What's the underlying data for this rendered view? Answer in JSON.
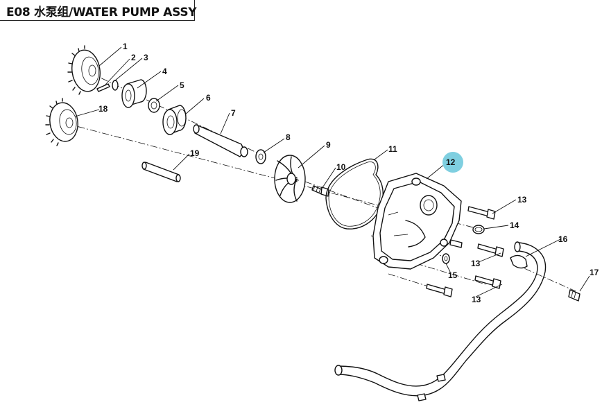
{
  "header": {
    "title": "E08 水泵组/WATER PUMP ASSY"
  },
  "diagram": {
    "highlight_color": "#7fcfe0",
    "highlighted_callout": "12",
    "callouts": [
      "1",
      "2",
      "3",
      "4",
      "5",
      "6",
      "7",
      "8",
      "9",
      "10",
      "11",
      "12",
      "13",
      "14",
      "13",
      "13",
      "15",
      "16",
      "17",
      "18",
      "19"
    ]
  }
}
